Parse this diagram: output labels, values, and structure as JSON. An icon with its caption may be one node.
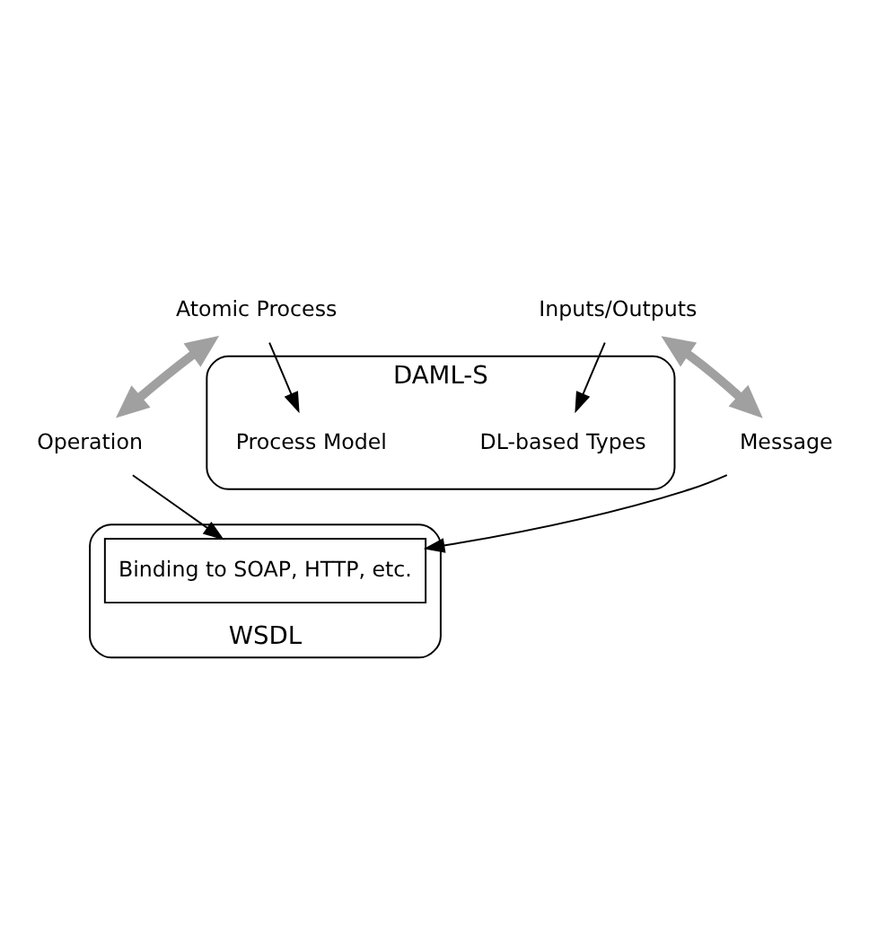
{
  "diagram": {
    "nodes": [
      {
        "text": [
          "DAML-S"
        ]
      },
      {
        "text": [
          "Process Model"
        ],
        "in": 0
      },
      {
        "text": [
          "DL-based Types"
        ],
        "in": 0
      },
      {
        "text": [
          "Atomic Process"
        ]
      },
      {
        "text": [
          "Inputs/Outputs"
        ]
      },
      {
        "text": [
          "Operation"
        ]
      },
      {
        "text": [
          "Message"
        ]
      },
      {
        "text": [
          "WSDL"
        ]
      },
      {
        "text": [
          "Binding to SOAP, HTTP, etc."
        ],
        "in": 7
      }
    ],
    "edges": [
      {
        "from": 3,
        "to": 1,
        "arrow": "to"
      },
      {
        "from": 4,
        "to": 2,
        "arrow": "to"
      },
      {
        "from": 3,
        "to": 5,
        "arrow": "both",
        "style": "thick",
        "color": "#a0a0a0"
      },
      {
        "from": 4,
        "to": 6,
        "arrow": "both",
        "style": "thick",
        "color": "#a0a0a0"
      },
      {
        "from": 5,
        "to": 8,
        "arrow": "to"
      },
      {
        "from": 6,
        "to": 8,
        "arrow": "to"
      }
    ]
  }
}
